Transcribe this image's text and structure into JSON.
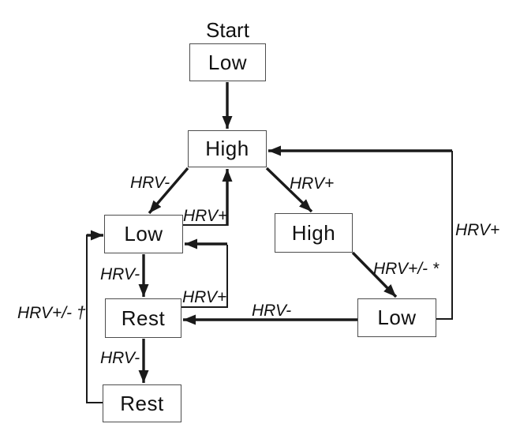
{
  "figure": {
    "type": "state-transition-diagram",
    "start_label": "Start",
    "nodes": [
      {
        "id": "start-low",
        "label": "Low"
      },
      {
        "id": "high-main",
        "label": "High"
      },
      {
        "id": "low-left",
        "label": "Low"
      },
      {
        "id": "high-right",
        "label": "High"
      },
      {
        "id": "rest-mid",
        "label": "Rest"
      },
      {
        "id": "low-right",
        "label": "Low"
      },
      {
        "id": "rest-bottom",
        "label": "Rest"
      }
    ],
    "edges": [
      {
        "from": "start-low",
        "to": "high-main",
        "label": ""
      },
      {
        "from": "high-main",
        "to": "low-left",
        "label": "HRV-"
      },
      {
        "from": "low-left",
        "to": "high-main",
        "label": "HRV+"
      },
      {
        "from": "high-main",
        "to": "high-right",
        "label": "HRV+"
      },
      {
        "from": "high-right",
        "to": "low-right",
        "label": "HRV+/- *"
      },
      {
        "from": "low-right",
        "to": "high-main",
        "label": "HRV+"
      },
      {
        "from": "low-right",
        "to": "rest-mid",
        "label": "HRV-"
      },
      {
        "from": "low-left",
        "to": "rest-mid",
        "label": "HRV-"
      },
      {
        "from": "rest-mid",
        "to": "low-left",
        "label": "HRV+"
      },
      {
        "from": "rest-mid",
        "to": "rest-bottom",
        "label": "HRV-"
      },
      {
        "from": "rest-bottom",
        "to": "low-left",
        "label": "HRV+/- †"
      }
    ],
    "colors": {
      "background": "#ffffff",
      "line": "#1a1a1a",
      "box_border": "#4d4d4d",
      "text": "#111111"
    }
  }
}
